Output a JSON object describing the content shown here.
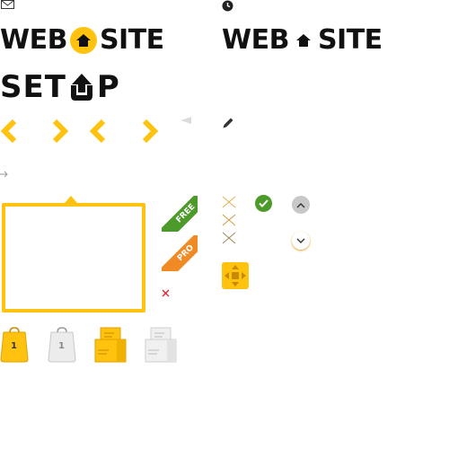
{
  "logos": {
    "website_word1": "WEB",
    "website_word2": "SITE",
    "setup_part1": "SET",
    "setup_part2": "P"
  },
  "ribbons": {
    "free": "FREE",
    "pro": "PRO"
  },
  "bag_icons": {
    "yellow_bag_number": "1",
    "gray_bag_number": "1"
  },
  "colors": {
    "accent": "#ffc20e",
    "text": "#111111",
    "green": "#4c9a2a",
    "orange": "#f08a24",
    "gray": "#c8c8c8"
  },
  "icons": [
    "envelope-icon",
    "clock-icon",
    "house-icon",
    "chevron-left-icon",
    "chevron-right-icon",
    "triangle-left-icon",
    "pencil-icon",
    "arrow-right-icon",
    "close-icon",
    "check-icon",
    "chevron-up-icon",
    "chevron-down-icon",
    "move-arrows-icon",
    "bag-icon",
    "box-icon"
  ]
}
